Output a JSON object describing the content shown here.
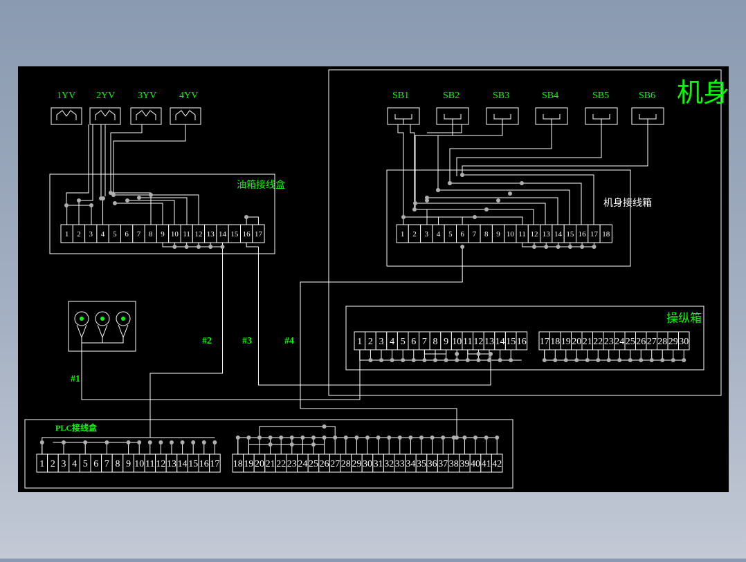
{
  "valves": [
    "1YV",
    "2YV",
    "3YV",
    "4YV"
  ],
  "buttons": [
    "SB1",
    "SB2",
    "SB3",
    "SB4",
    "SB5",
    "SB6"
  ],
  "body_label": "机身",
  "oil_box": {
    "label": "油箱接线盒",
    "terminals": [
      "1",
      "2",
      "3",
      "4",
      "5",
      "6",
      "7",
      "8",
      "9",
      "10",
      "11",
      "12",
      "13",
      "14",
      "15",
      "16",
      "17"
    ]
  },
  "body_box": {
    "label": "机身接线箱",
    "terminals": [
      "1",
      "2",
      "3",
      "4",
      "5",
      "6",
      "7",
      "8",
      "9",
      "10",
      "11",
      "12",
      "13",
      "14",
      "15",
      "16",
      "17",
      "18"
    ]
  },
  "control_box": {
    "label": "操纵箱",
    "terminals_a": [
      "1",
      "2",
      "3",
      "4",
      "5",
      "6",
      "7",
      "8",
      "9",
      "10",
      "11",
      "12",
      "13",
      "14",
      "15",
      "16"
    ],
    "terminals_b": [
      "17",
      "18",
      "19",
      "20",
      "21",
      "22",
      "23",
      "24",
      "25",
      "26",
      "27",
      "28",
      "29",
      "30"
    ]
  },
  "plc_box": {
    "label": "PLC接线盒",
    "terminals_a": [
      "1",
      "2",
      "3",
      "4",
      "5",
      "6",
      "7",
      "8",
      "9",
      "10",
      "11",
      "12",
      "13",
      "14",
      "15",
      "16",
      "17"
    ],
    "terminals_b": [
      "18",
      "19",
      "20",
      "21",
      "22",
      "23",
      "24",
      "25",
      "26",
      "27",
      "28",
      "29",
      "30",
      "31",
      "32",
      "33",
      "34",
      "35",
      "36",
      "37",
      "38",
      "39",
      "40",
      "41",
      "42"
    ]
  },
  "cables": [
    "#1",
    "#2",
    "#3",
    "#4"
  ],
  "colors": {
    "background": "#000000",
    "line": "#ffffff",
    "label": "#00ff00",
    "node": "#b0b0b0",
    "desktop": "#8a9ab0"
  }
}
